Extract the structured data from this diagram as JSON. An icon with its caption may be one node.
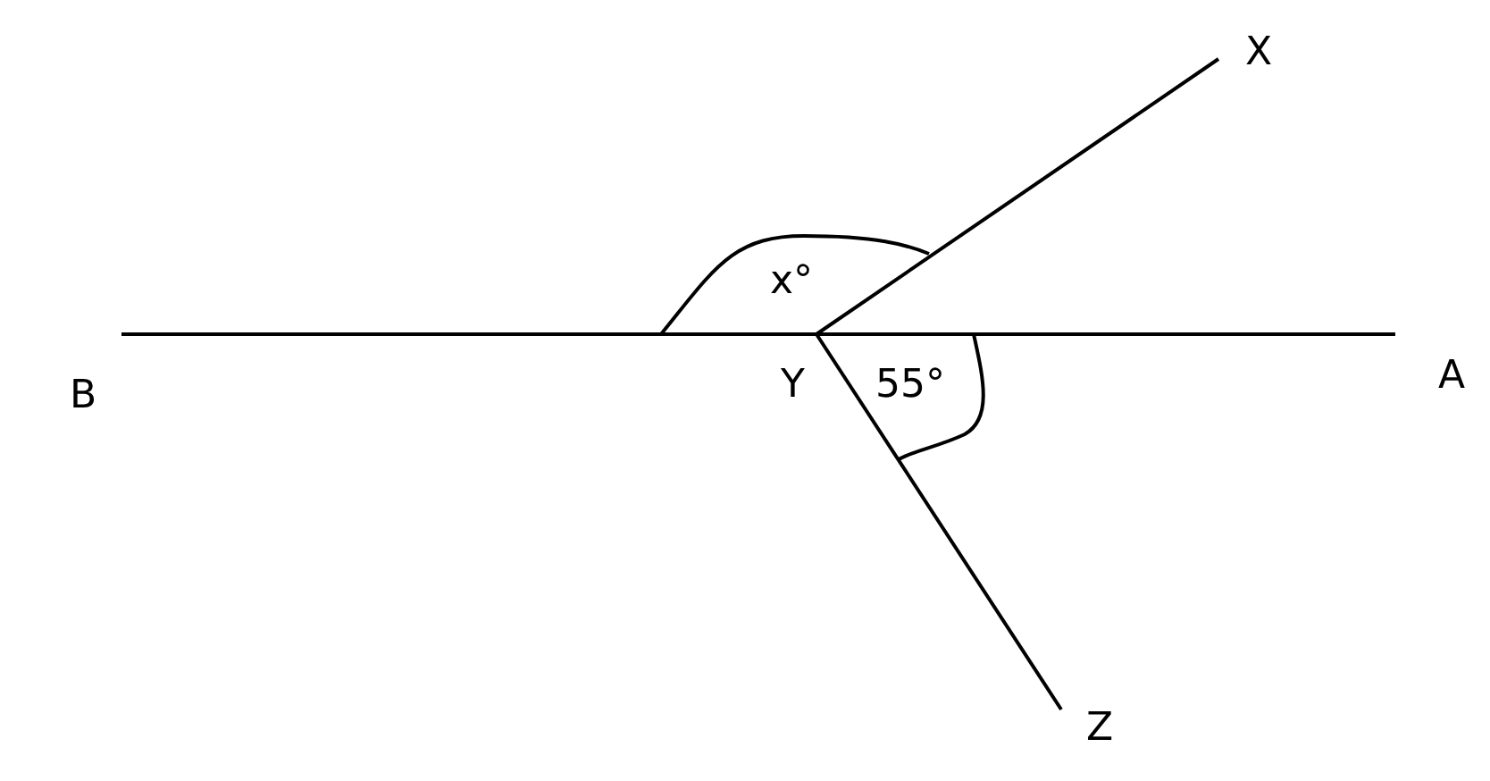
{
  "diagram": {
    "nodes": [
      {
        "text": [
          "X"
        ]
      },
      {
        "text": [
          "B"
        ]
      },
      {
        "text": [
          "Y"
        ]
      },
      {
        "text": [
          "A"
        ]
      },
      {
        "text": [
          "Z"
        ]
      }
    ],
    "edges": [
      {
        "from": 2,
        "to": 0,
        "arrow": "none"
      },
      {
        "from": 2,
        "to": 1,
        "arrow": "none"
      },
      {
        "from": 2,
        "to": 3,
        "arrow": "none"
      },
      {
        "from": 2,
        "to": 4,
        "arrow": "none"
      }
    ],
    "labels": [
      "x°",
      "55°"
    ]
  }
}
